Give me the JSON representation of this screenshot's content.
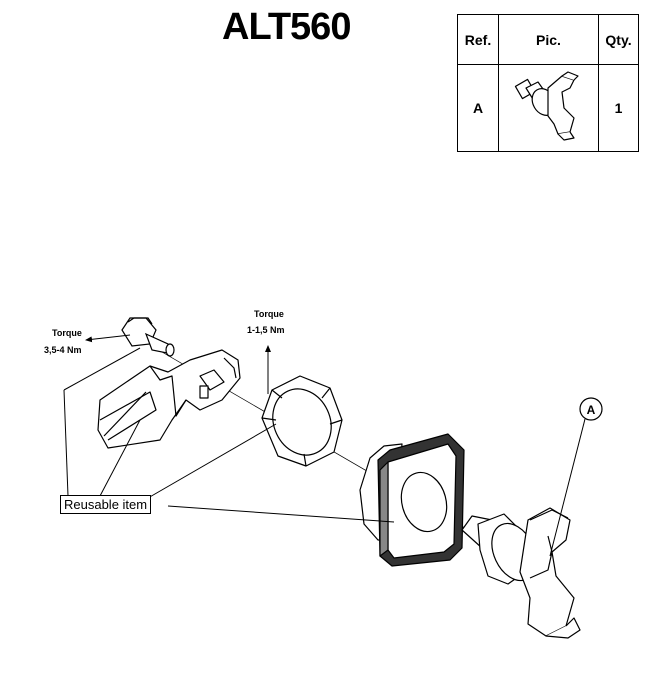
{
  "title": "ALT560",
  "table": {
    "headers": [
      "Ref.",
      "Pic.",
      "Qty."
    ],
    "rows": [
      {
        "ref": "A",
        "qty": "1",
        "pic_icon": "t-handle-icon"
      }
    ]
  },
  "annotations": {
    "torque_left_1": "Torque",
    "torque_left_2": "3,5-4 Nm",
    "torque_right_1": "Torque",
    "torque_right_2": "1-1,5 Nm",
    "callout_ref": "A",
    "reusable_label": "Reusable item"
  }
}
